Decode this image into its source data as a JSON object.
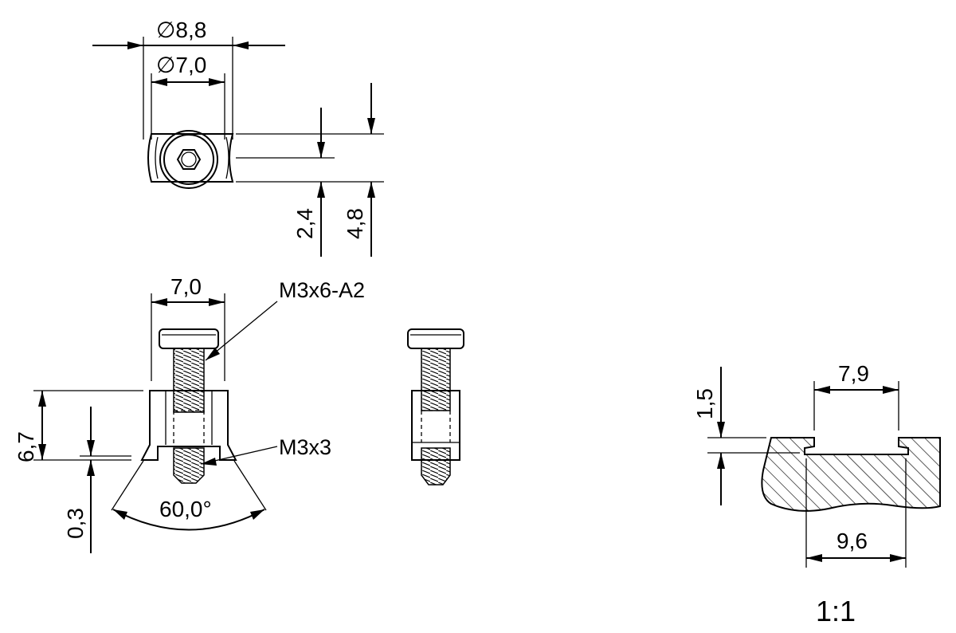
{
  "top_view": {
    "outer_diameter": "∅8,8",
    "inner_diameter": "∅7,0",
    "depth_small": "2,4",
    "depth_large": "4,8"
  },
  "side_view": {
    "head_width": "7,0",
    "screw_label": "M3x6-A2",
    "insert_label": "M3x3",
    "height": "6,7",
    "offset": "0,3",
    "angle": "60,0°"
  },
  "profile": {
    "slot_width": "7,9",
    "lip_thickness": "1,5",
    "groove_width": "9,6"
  },
  "scale": "1:1"
}
